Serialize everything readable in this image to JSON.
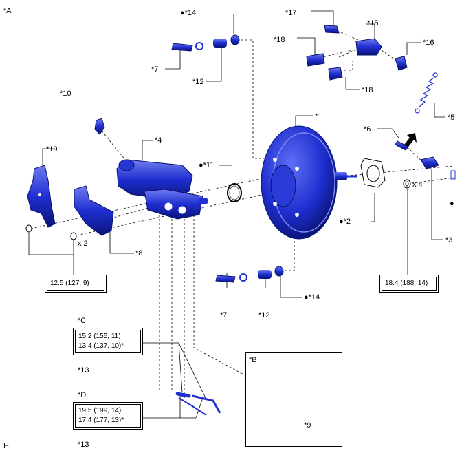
{
  "view_label": "*A",
  "footer_label": "H",
  "inset_label": "*B",
  "parts": {
    "p1": "*1",
    "p2": "●*2",
    "p3": "*3",
    "p4": "*4",
    "p5": "*5",
    "p6": "*6",
    "p7_top": "*7",
    "p7_bottom": "*7",
    "p8": "*8",
    "p9": "*9",
    "p10": "*10",
    "p11": "●*11",
    "p12_top": "*12",
    "p12_bottom": "*12",
    "p13_c": "*13",
    "p13_d": "*13",
    "p14_top": "●*14",
    "p14_bottom": "●*14",
    "p15": "*15",
    "p16": "*16",
    "p17": "*17",
    "p18_left": "*18",
    "p18_bottom": "*18",
    "p19": "*19",
    "qty_a": "x 2",
    "qty_b": "x 4",
    "bullet_right": "●"
  },
  "torque": {
    "t1": "12.5 (127, 9)",
    "t2": "18.4 (188, 14)",
    "c_label": "*C",
    "c_line1": "15.2 (155, 11)",
    "c_line2": "13.4 (137, 10)*",
    "d_label": "*D",
    "d_line1": "19.5 (199, 14)",
    "d_line2": "17.4 (177, 13)*"
  },
  "colors": {
    "part": "#1f2fd0",
    "part_dark": "#0a137a",
    "part_light": "#6f7cf0",
    "line": "#000000"
  }
}
